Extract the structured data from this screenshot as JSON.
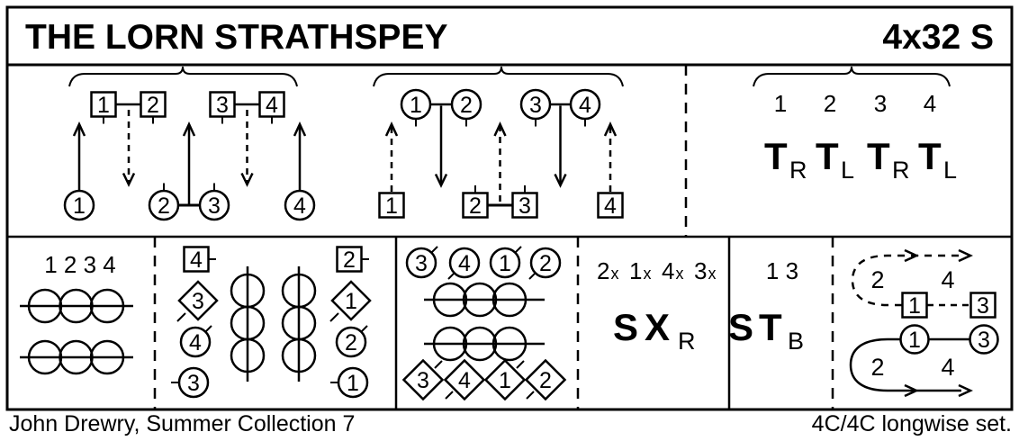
{
  "header": {
    "title": "THE LORN STRATHSPEY",
    "repeats": "4x32 S"
  },
  "footer": {
    "credit": "John Drewry, Summer Collection 7",
    "set_info": "4C/4C longwise set."
  },
  "bars1": {
    "men": [
      "1",
      "2",
      "3",
      "4"
    ],
    "women": [
      "1",
      "2",
      "3",
      "4"
    ]
  },
  "bars2": {
    "women": [
      "1",
      "2",
      "3",
      "4"
    ],
    "men": [
      "1",
      "2",
      "3",
      "4"
    ]
  },
  "bars3": {
    "couples": [
      "1",
      "2",
      "3",
      "4"
    ],
    "moves": [
      {
        "t": "T",
        "sub": "R"
      },
      {
        "t": "T",
        "sub": "L"
      },
      {
        "t": "T",
        "sub": "R"
      },
      {
        "t": "T",
        "sub": "L"
      }
    ]
  },
  "cell1": {
    "heading": "1 2 3 4"
  },
  "cell2": {
    "left": [
      "4",
      "3",
      "4",
      "3"
    ],
    "right": [
      "2",
      "1",
      "2",
      "1"
    ]
  },
  "cell3": {
    "circles": [
      "3",
      "4",
      "1",
      "2"
    ],
    "diamonds": [
      "3",
      "4",
      "1",
      "2"
    ]
  },
  "cell4": {
    "couples": [
      {
        "n": "2",
        "sub": "x"
      },
      {
        "n": "1",
        "sub": "x"
      },
      {
        "n": "4",
        "sub": "x"
      },
      {
        "n": "3",
        "sub": "x"
      }
    ],
    "set": "S",
    "cross": "X",
    "cross_sub": "R"
  },
  "cell5": {
    "couples": "1 3",
    "set": "S",
    "turn": "T",
    "turn_sub": "B"
  },
  "cell6": {
    "men": [
      "1",
      "3"
    ],
    "women": [
      "1",
      "3"
    ],
    "top_bars": [
      "2",
      "4"
    ],
    "bottom_bars": [
      "2",
      "4"
    ]
  }
}
